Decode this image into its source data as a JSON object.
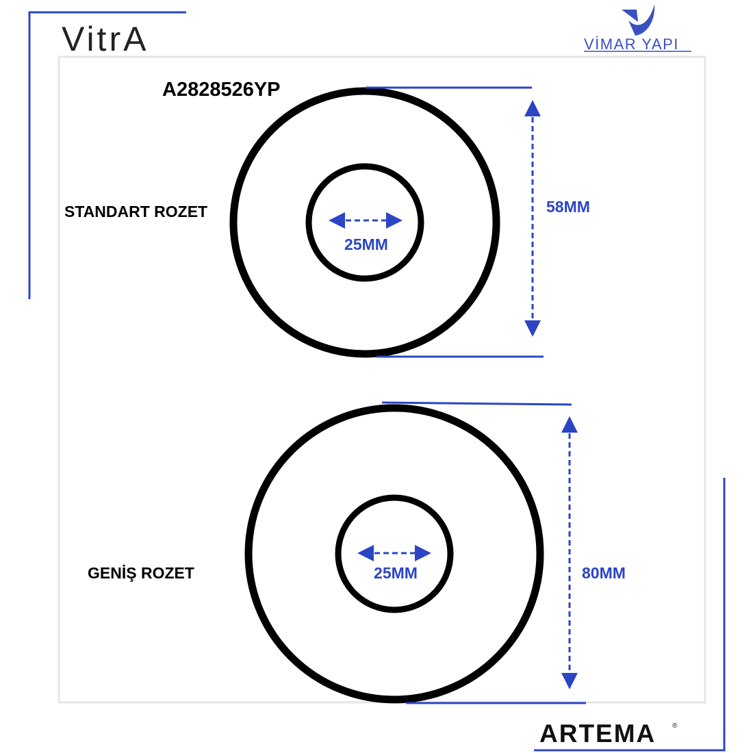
{
  "brands": {
    "vitra": "VitrA",
    "vimar": "VİMAR YAPI",
    "artema": "ARTEMA",
    "registered": "®"
  },
  "product_code": "A2828526YP",
  "rosettes": [
    {
      "name": "STANDART ROZET",
      "outer_dimension": "58MM",
      "inner_dimension": "25MM"
    },
    {
      "name": "GENİŞ ROZET",
      "outer_dimension": "80MM",
      "inner_dimension": "25MM"
    }
  ],
  "colors": {
    "accent": "#2b45c4",
    "ring": "#000000",
    "frame": "#e6e6e6"
  }
}
